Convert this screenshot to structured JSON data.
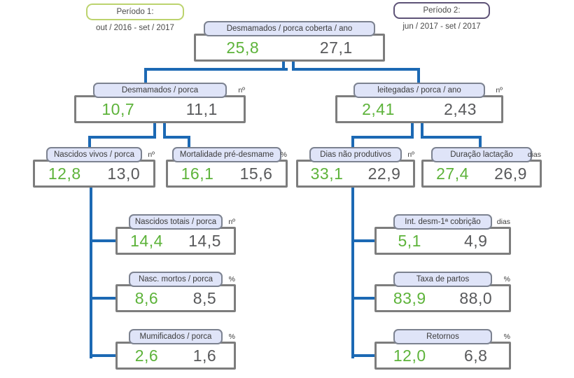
{
  "periods": {
    "period1": {
      "label": "Período 1:",
      "range": "out / 2016 - set / 2017",
      "border_color": "#bcd36e"
    },
    "period2": {
      "label": "Período 2:",
      "range": "jun / 2017 - set / 2017",
      "border_color": "#5e5377"
    }
  },
  "colors": {
    "period1_value": "#5db33a",
    "period2_value": "#58595b",
    "connector": "#1c69b4",
    "node_label_fill": "#dfe4f8",
    "node_label_border": "#7c8290",
    "node_border": "#7d7d7d"
  },
  "nodes": {
    "root": {
      "label": "Desmamados / porca coberta / ano",
      "unit": "",
      "v1": "25,8",
      "v2": "27,1"
    },
    "desmamados_porca": {
      "label": "Desmamados / porca",
      "unit": "nº",
      "v1": "10,7",
      "v2": "11,1"
    },
    "leitegadas": {
      "label": "leitegadas / porca / ano",
      "unit": "nº",
      "v1": "2,41",
      "v2": "2,43"
    },
    "nascidos_vivos": {
      "label": "Nascidos vivos / porca",
      "unit": "nº",
      "v1": "12,8",
      "v2": "13,0"
    },
    "mortalidade": {
      "label": "Mortalidade pré-desmame",
      "unit": "%",
      "v1": "16,1",
      "v2": "15,6"
    },
    "dias_nao_produtivos": {
      "label": "Dias não produtivos",
      "unit": "nº",
      "v1": "33,1",
      "v2": "22,9"
    },
    "duracao_lactacao": {
      "label": "Duração lactação",
      "unit": "dias",
      "v1": "27,4",
      "v2": "26,9"
    },
    "nascidos_totais": {
      "label": "Nascidos totais / porca",
      "unit": "nº",
      "v1": "14,4",
      "v2": "14,5"
    },
    "nasc_mortos": {
      "label": "Nasc. mortos / porca",
      "unit": "%",
      "v1": "8,6",
      "v2": "8,5"
    },
    "mumificados": {
      "label": "Mumificados / porca",
      "unit": "%",
      "v1": "2,6",
      "v2": "1,6"
    },
    "int_desm_cobricao": {
      "label": "Int. desm-1ª cobrição",
      "unit": "dias",
      "v1": "5,1",
      "v2": "4,9"
    },
    "taxa_partos": {
      "label": "Taxa de partos",
      "unit": "%",
      "v1": "83,9",
      "v2": "88,0"
    },
    "retornos": {
      "label": "Retornos",
      "unit": "%",
      "v1": "12,0",
      "v2": "6,8"
    }
  }
}
